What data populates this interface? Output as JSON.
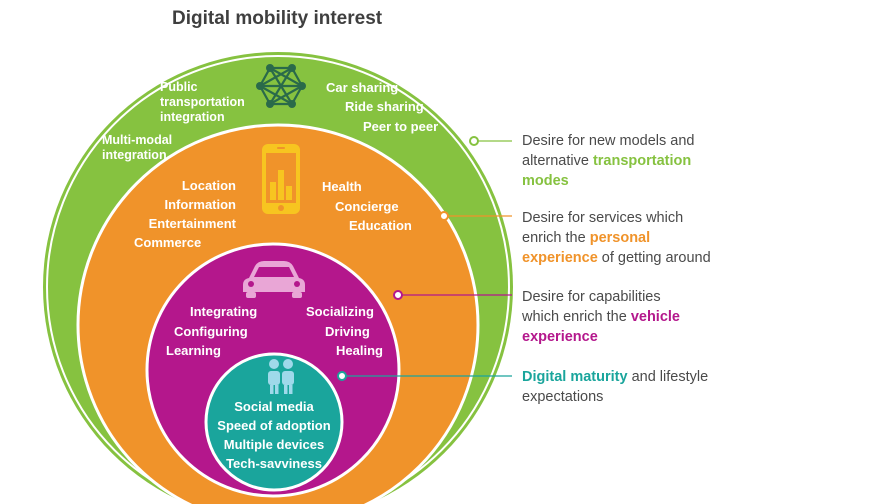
{
  "title": "Digital mobility interest",
  "colors": {
    "green": "#86c240",
    "orange": "#f0932a",
    "magenta": "#b4178c",
    "teal": "#1aa59c",
    "icon_dark": "#2a6a4a",
    "yellow": "#f7c520",
    "light_blue": "#9fd9ea"
  },
  "rings": {
    "outer": {
      "icon": "network-icon",
      "left_items": [
        "Public",
        "transportation",
        "integration"
      ],
      "left_lower_items": [
        "Multi-modal",
        "integration"
      ],
      "right_items": [
        "Car sharing",
        "Ride sharing",
        "Peer to peer"
      ]
    },
    "second": {
      "icon": "smartphone-icon",
      "left_items": [
        "Location",
        "Information",
        "Entertainment",
        "Commerce"
      ],
      "right_items": [
        "Health",
        "Concierge",
        "Education"
      ]
    },
    "third": {
      "icon": "car-icon",
      "left_items": [
        "Integrating",
        "Configuring",
        "Learning"
      ],
      "right_items": [
        "Socializing",
        "Driving",
        "Healing"
      ]
    },
    "inner": {
      "icon": "people-icon",
      "items": [
        "Social media",
        "Speed of adoption",
        "Multiple devices",
        "Tech-savviness"
      ]
    }
  },
  "legend": [
    {
      "line1": "Desire for new models and",
      "line2_pre": "alternative ",
      "line2_hl": "transportation",
      "line3_hl": "modes",
      "line3_post": ""
    },
    {
      "line1": "Desire for services which",
      "line2_pre": "enrich the ",
      "line2_hl": "personal",
      "line3_hl": "experience",
      "line3_post": " of getting around"
    },
    {
      "line1": "Desire for capabilities",
      "line2_pre": "which enrich the ",
      "line2_hl": "vehicle",
      "line3_hl": "experience",
      "line3_post": ""
    },
    {
      "line1_hl": "Digital maturity",
      "line1_post": " and lifestyle",
      "line2": "expectations"
    }
  ]
}
